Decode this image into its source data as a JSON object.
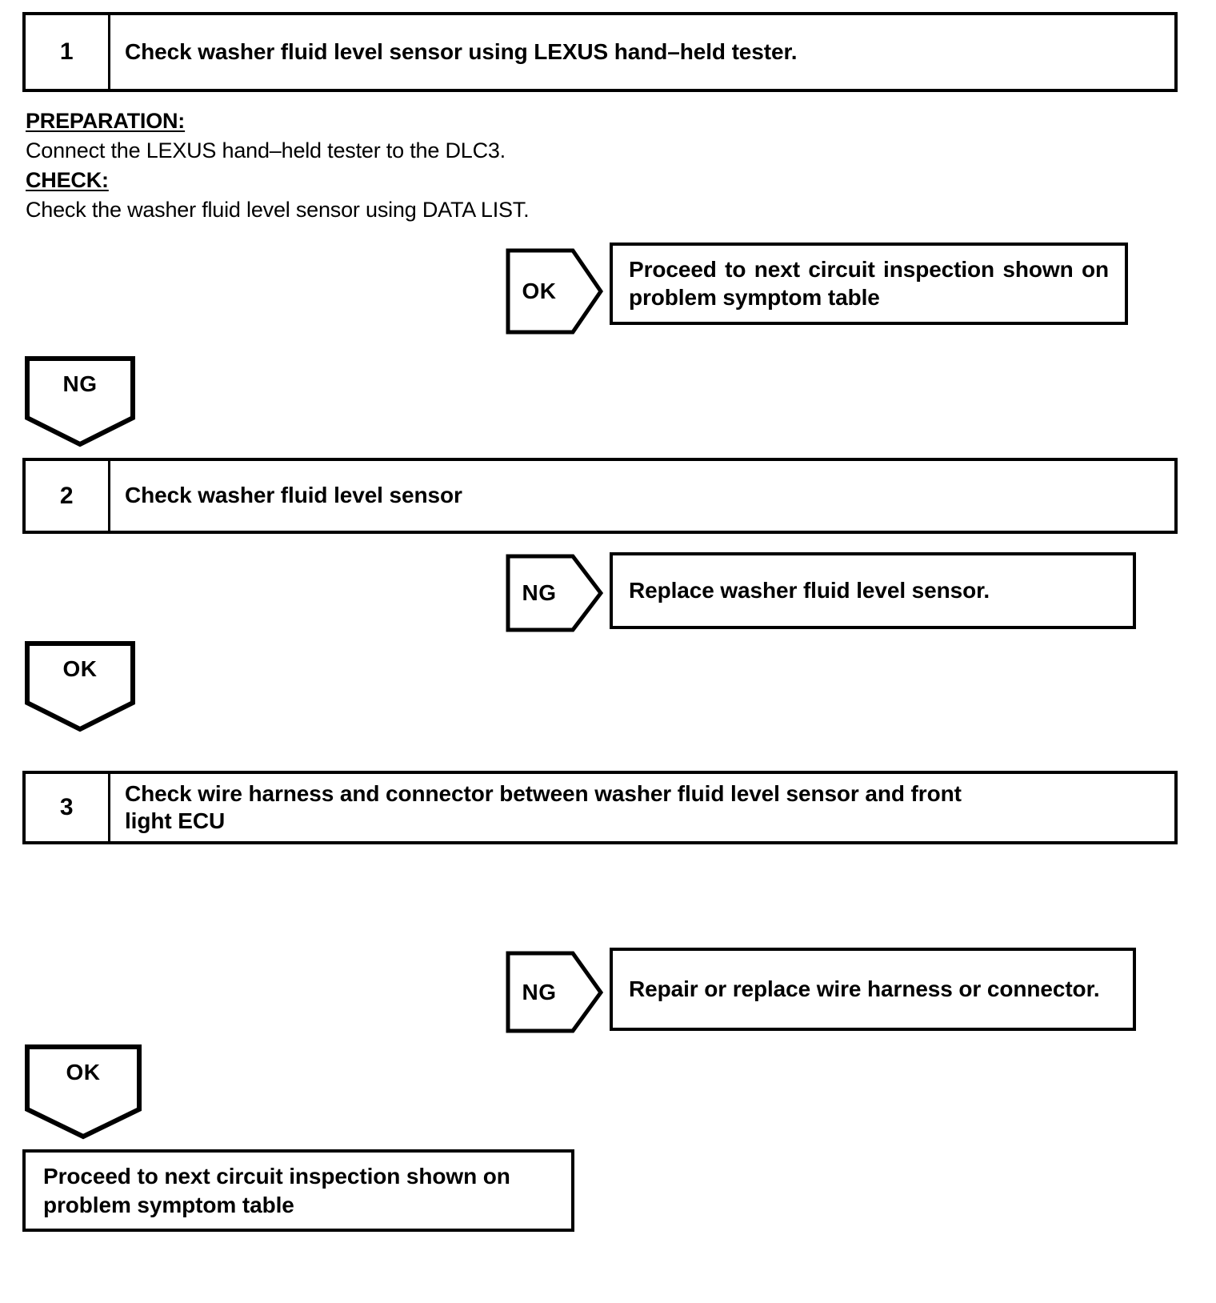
{
  "document": {
    "type": "troubleshooting-flowchart",
    "ink_color": "#000000",
    "background_color": "#ffffff"
  },
  "steps": [
    {
      "number": "1",
      "title": "Check washer fluid level sensor using LEXUS hand–held tester."
    },
    {
      "number": "2",
      "title": "Check washer fluid level sensor"
    },
    {
      "number": "3",
      "title_line1": "Check wire harness and connector between washer fluid level sensor and front",
      "title_line2": "light ECU"
    }
  ],
  "prose": {
    "preparation_heading": "PREPARATION:",
    "preparation_text": "Connect the LEXUS hand–held tester to the DLC3.",
    "check_heading": "CHECK:",
    "check_text": "Check the washer fluid level sensor using DATA LIST."
  },
  "branches": {
    "step1_ok": {
      "label": "OK",
      "result_line1": "Proceed to next circuit inspection shown on",
      "result_line2": "problem symptom table"
    },
    "step1_ng": {
      "label": "NG"
    },
    "step2_ng": {
      "label": "NG",
      "result": "Replace washer fluid level sensor."
    },
    "step2_ok": {
      "label": "OK"
    },
    "step3_ng": {
      "label": "NG",
      "result": "Repair or replace wire harness or connector."
    },
    "step3_ok": {
      "label": "OK"
    }
  },
  "terminal": {
    "line1": "Proceed to next circuit inspection shown on",
    "line2": "problem symptom table"
  }
}
